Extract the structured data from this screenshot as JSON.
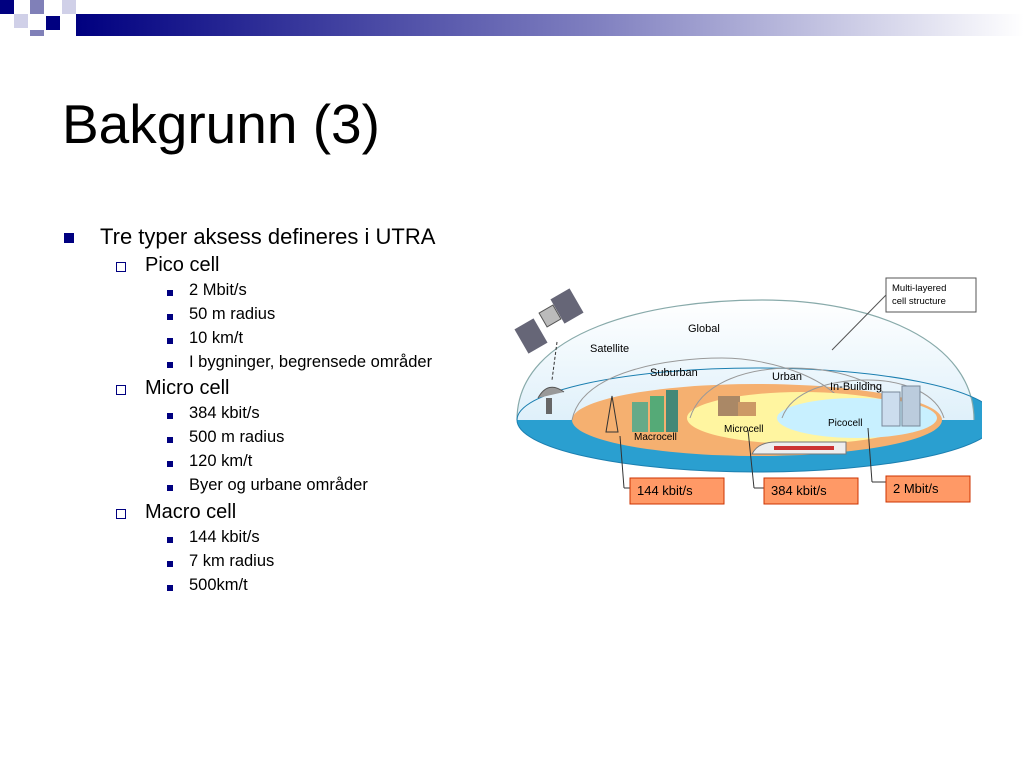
{
  "slide": {
    "title": "Bakgrunn (3)"
  },
  "outline": {
    "heading": "Tre typer aksess defineres i UTRA",
    "cells": [
      {
        "name": "Pico cell",
        "details": [
          "2 Mbit/s",
          "50 m radius",
          "10 km/t",
          "I bygninger, begrensede områder"
        ]
      },
      {
        "name": "Micro cell",
        "details": [
          "384 kbit/s",
          "500 m radius",
          "120 km/t",
          "Byer og urbane områder"
        ]
      },
      {
        "name": "Macro cell",
        "details": [
          "144 kbit/s",
          "7 km radius",
          "500km/t"
        ]
      }
    ]
  },
  "diagram": {
    "callout": "Multi-layered\ncell structure",
    "callout_lines": [
      "Multi-layered",
      "cell structure"
    ],
    "layers": {
      "global": "Global",
      "satellite": "Satellite",
      "suburban": "Suburban",
      "urban": "Urban",
      "in_building": "In-Building",
      "macrocell": "Macrocell",
      "microcell": "Microcell",
      "picocell": "Picocell"
    },
    "rates": {
      "macro": "144 kbit/s",
      "micro": "384 kbit/s",
      "pico": "2 Mbit/s"
    },
    "colors": {
      "accent_blue": "#000080",
      "rate_box_fill": "#ff9966",
      "rate_box_border": "#cc3300",
      "macro_ring": "#f5b070",
      "micro_ring": "#fff5a0",
      "pico_ring": "#c8f0ff",
      "ground": "#2a9fd0"
    }
  }
}
